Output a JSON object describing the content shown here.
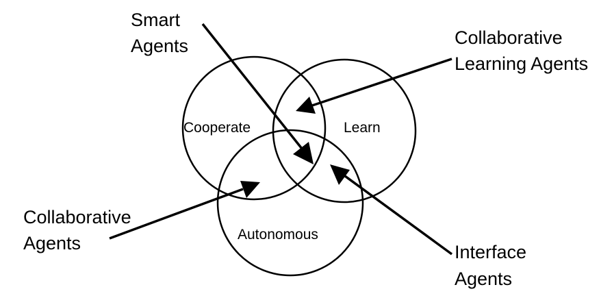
{
  "circles": {
    "cooperate": "Cooperate",
    "learn": "Learn",
    "autonomous": "Autonomous"
  },
  "callouts": {
    "smart_agents": [
      "Smart",
      "Agents"
    ],
    "collaborative_learning_agents": [
      "Collaborative",
      "Learning Agents"
    ],
    "collaborative_agents": [
      "Collaborative",
      "Agents"
    ],
    "interface_agents": [
      "Interface",
      "Agents"
    ]
  },
  "colors": {
    "stroke": "#000000",
    "background": "#ffffff"
  }
}
